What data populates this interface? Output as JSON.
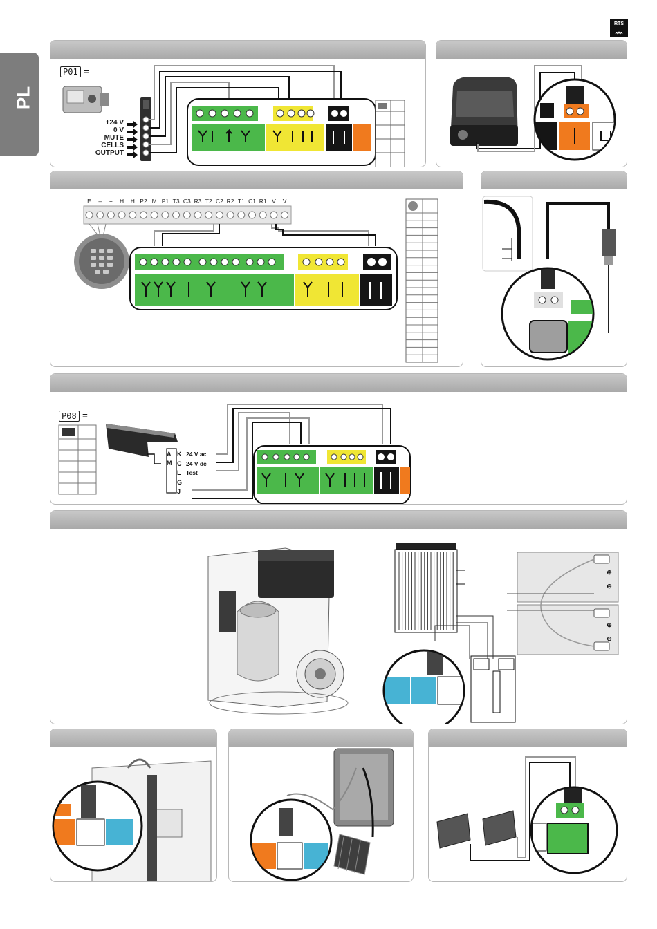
{
  "page": {
    "language_tab": "PL",
    "brand_badge": "RTS"
  },
  "cells_section": {
    "code": "P01",
    "equals": "=",
    "terminal_labels": [
      "+24 V",
      "0 V",
      "MUTE",
      "CELLS",
      "OUTPUT"
    ]
  },
  "keypad_section": {
    "terminal_labels": [
      "E",
      "–",
      "+",
      "H",
      "H",
      "P2",
      "M",
      "P1",
      "T3",
      "C3",
      "R3",
      "T2",
      "C2",
      "R2",
      "T1",
      "C1",
      "R1",
      "V",
      "V"
    ]
  },
  "edge_section": {
    "code": "P08",
    "equals": "=",
    "left_letters": [
      "A",
      "M"
    ],
    "right_letters": [
      "K",
      "C",
      "L",
      "G",
      "J"
    ],
    "signal_labels": [
      "24 V ac",
      "24 V dc",
      "Test"
    ]
  },
  "battery_section": {
    "polarity_symbols": [
      "⊕",
      "⊖",
      "⊕",
      "⊖"
    ]
  },
  "colors": {
    "green": "#4bb84a",
    "yellow": "#f0e634",
    "black": "#151515",
    "orange": "#f07a1e",
    "blue": "#47b3d4",
    "header_gray": "#b0b0b0",
    "tab_gray": "#7d7d7d"
  }
}
